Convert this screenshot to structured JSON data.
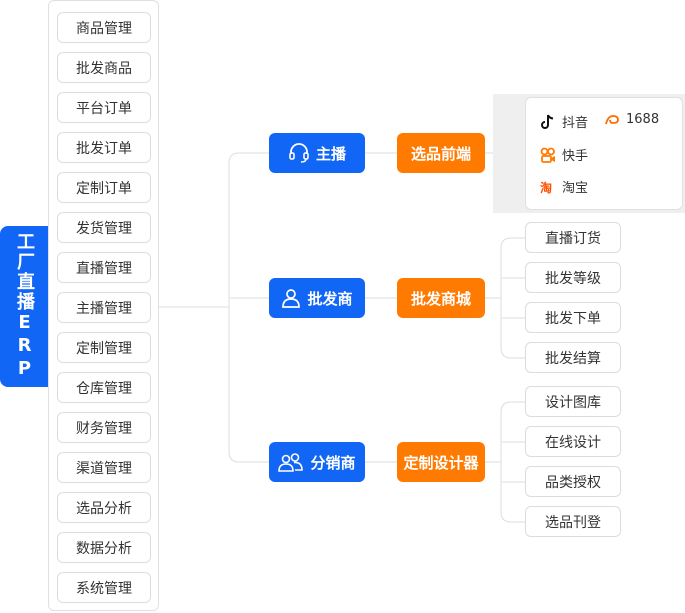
{
  "title": "工厂直播ERP",
  "menu": [
    "商品管理",
    "批发商品",
    "平台订单",
    "批发订单",
    "定制订单",
    "发货管理",
    "直播管理",
    "主播管理",
    "定制管理",
    "仓库管理",
    "财务管理",
    "渠道管理",
    "选品分析",
    "数据分析",
    "系统管理"
  ],
  "roles": [
    {
      "label": "主播",
      "icon": "headset-icon",
      "module": "选品前端"
    },
    {
      "label": "批发商",
      "icon": "user-icon",
      "module": "批发商城"
    },
    {
      "label": "分销商",
      "icon": "users-icon",
      "module": "定制设计器"
    }
  ],
  "platforms": [
    {
      "label": "抖音",
      "icon": "douyin-icon",
      "color": "#111111"
    },
    {
      "label": "1688",
      "icon": "alibaba-icon",
      "color": "#ff6a00"
    },
    {
      "label": "快手",
      "icon": "kuaishou-icon",
      "color": "#ff7a00"
    },
    {
      "label": "淘宝",
      "icon": "taobao-icon",
      "color": "#ff5000"
    }
  ],
  "wholesale_leaves": [
    "直播订货",
    "批发等级",
    "批发下单",
    "批发结算"
  ],
  "design_leaves": [
    "设计图库",
    "在线设计",
    "品类授权",
    "选品刊登"
  ],
  "colors": {
    "blue": "#1166f5",
    "orange": "#ff7a00"
  }
}
